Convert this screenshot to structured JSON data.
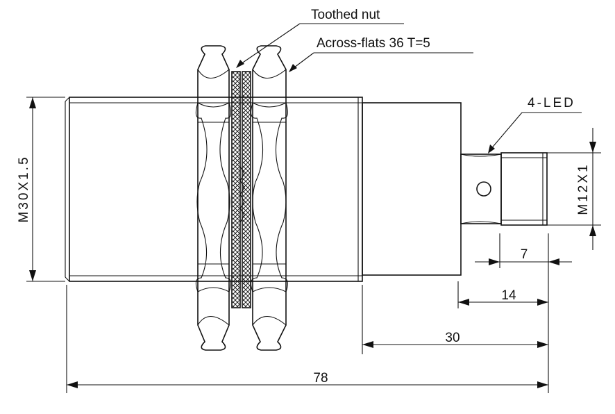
{
  "labels": {
    "toothed_nut": "Toothed nut",
    "across_flats": "Across-flats 36  T=5",
    "led": "4-LED",
    "thread_main": "M30X1.5",
    "thread_connector": "M12X1"
  },
  "dimensions": {
    "d7": "7",
    "d14": "14",
    "d30": "30",
    "d78": "78"
  },
  "colors": {
    "ink": "#111111",
    "background": "#ffffff"
  }
}
